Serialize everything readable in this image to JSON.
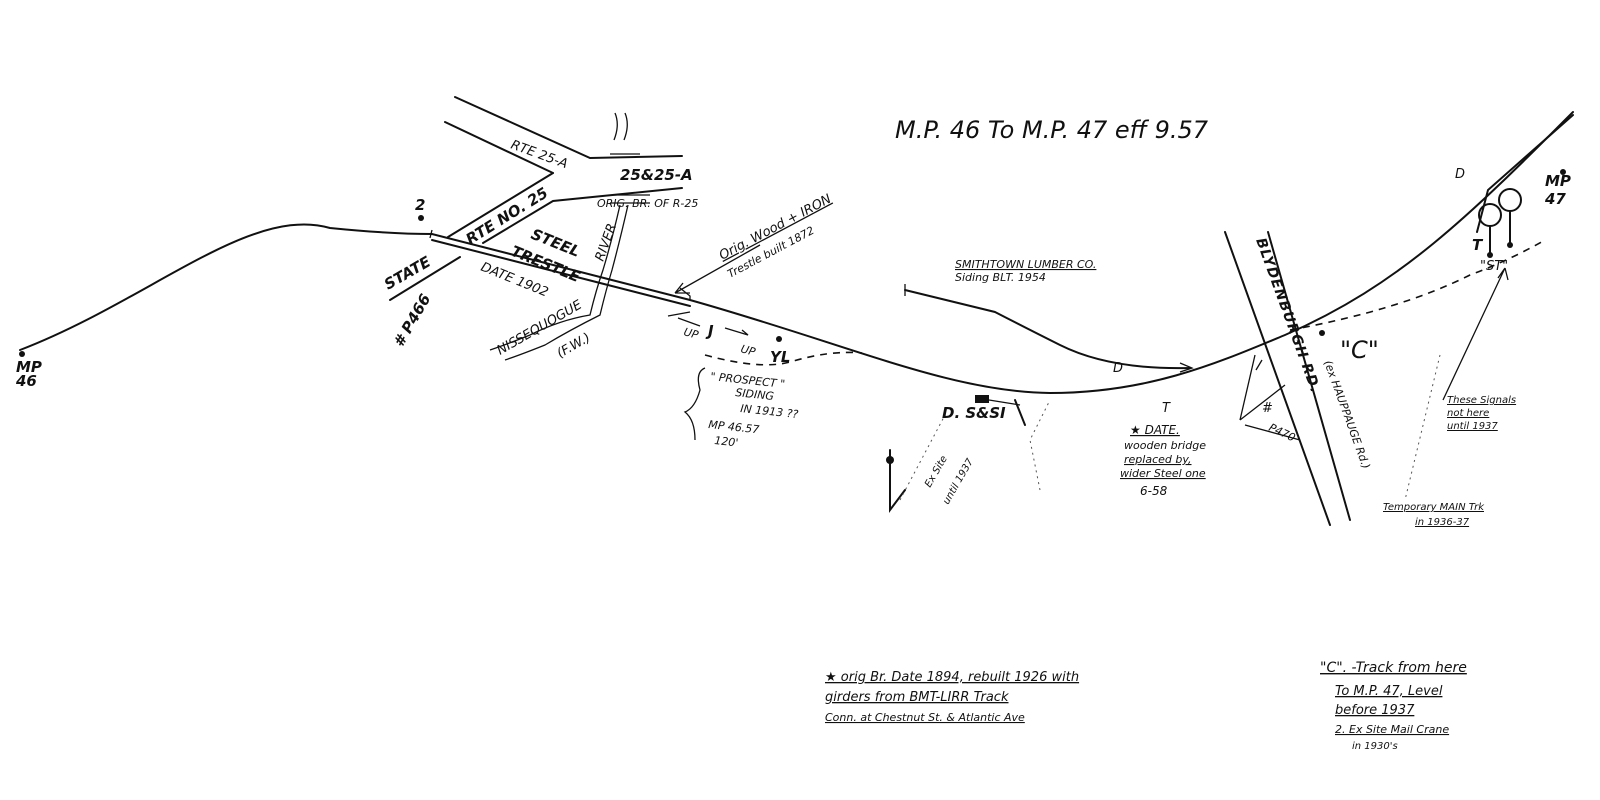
{
  "title": "M.P. 46 To M.P. 47 eff 9.57",
  "mileposts": {
    "mp46": [
      "MP",
      "46"
    ],
    "mp47": [
      "MP",
      "47"
    ]
  },
  "labels": {
    "signal_2": "2",
    "state": "STATE",
    "rte_no_25": "RTE NO. 25",
    "rte_25a": "RTE 25-A",
    "rte_25_25a": "25&25-A",
    "orig_br_r25": "ORIG. BR. OF R-25",
    "steel_trestle_1": "STEEL",
    "steel_trestle_2": "TRESTLE",
    "date_1902": "DATE 1902",
    "p466": "# P466",
    "river": "RIVER",
    "nissequogue": "NISSEQUOGUE",
    "fw": "(F.W.)",
    "orig_wood_iron_1": "Orig. Wood + IRON",
    "orig_wood_iron_2": "Trestle built 1872",
    "up_1": "UP",
    "j": "J",
    "up_2": "UP",
    "yl": "YL",
    "prospect": [
      "\" PROSPECT \"",
      "SIDING",
      "IN 1913 ??",
      "MP 46.57",
      "120'"
    ],
    "lumber_1": "SMITHTOWN LUMBER CO.",
    "lumber_2": "Siding BLT. 1954",
    "d_siding": "D",
    "dssi": "D. S&SI",
    "ex_site": [
      "Ex Site",
      "until 1937"
    ],
    "t_mid": "T",
    "date_note": [
      "★ DATE.",
      "wooden bridge",
      "replaced by,",
      "wider Steel one",
      "6-58"
    ],
    "p470": [
      "#",
      "P470"
    ],
    "blydenburgh": "BLYDENBURGH RD.",
    "ex_hauppauge": "(ex HAUPPAUGE Rd.)",
    "c_mark": "\"C\"",
    "d_top": "D",
    "t_top": "T",
    "st": "\"ST\"",
    "signals_note": [
      "These Signals",
      "not here",
      "until 1937"
    ],
    "temp_main": [
      "Temporary MAIN Trk",
      "in 1936-37"
    ]
  },
  "notes": {
    "star_note": [
      "★ orig Br. Date 1894, rebuilt 1926 with",
      "girders from BMT-LIRR Track",
      "Conn. at Chestnut St. & Atlantic Ave"
    ],
    "c_note": [
      "\"C\". -Track from here",
      "To M.P. 47, Level",
      "before 1937",
      "2. Ex Site Mail Crane",
      "in 1930's"
    ]
  }
}
